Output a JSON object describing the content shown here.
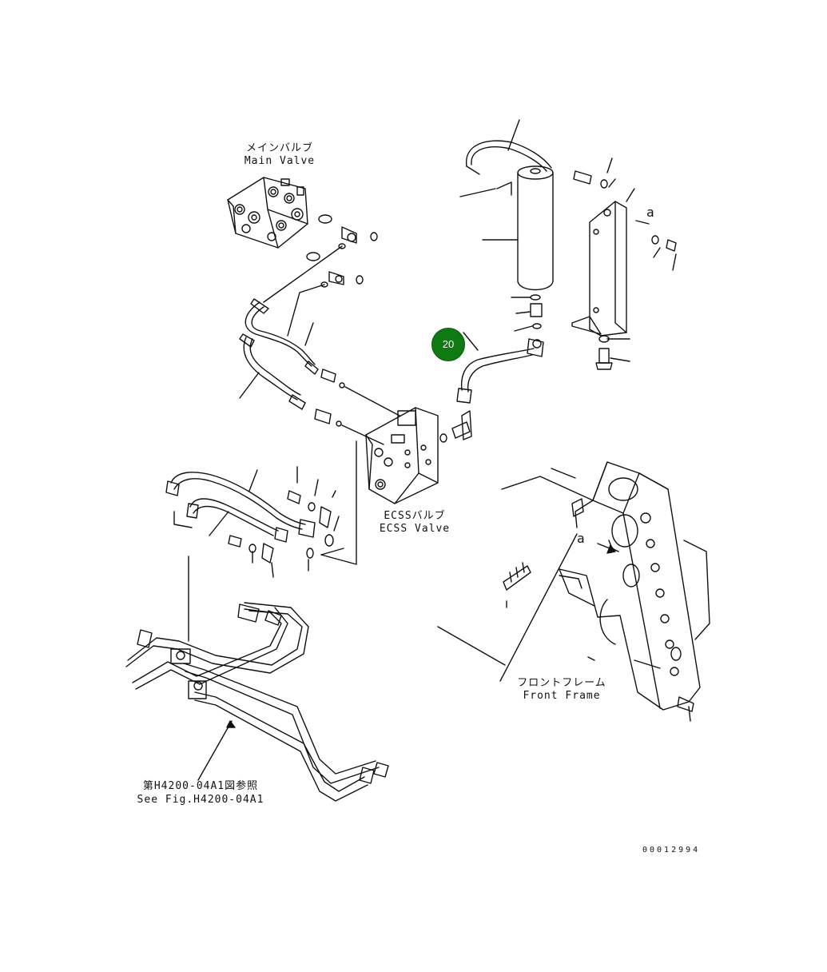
{
  "labels": {
    "main_valve_jp": "メインバルブ",
    "main_valve_en": "Main Valve",
    "ecss_valve_jp": "ECSSバルブ",
    "ecss_valve_en": "ECSS Valve",
    "front_frame_jp": "フロントフレーム",
    "front_frame_en": "Front Frame",
    "see_fig_jp": "第H4200-04A1図参照",
    "see_fig_en": "See Fig.H4200-04A1"
  },
  "refs": {
    "a_upper": "a",
    "a_lower": "a"
  },
  "callout": {
    "number": "20",
    "color": "#0f7a12"
  },
  "drawing_number": "00012994"
}
